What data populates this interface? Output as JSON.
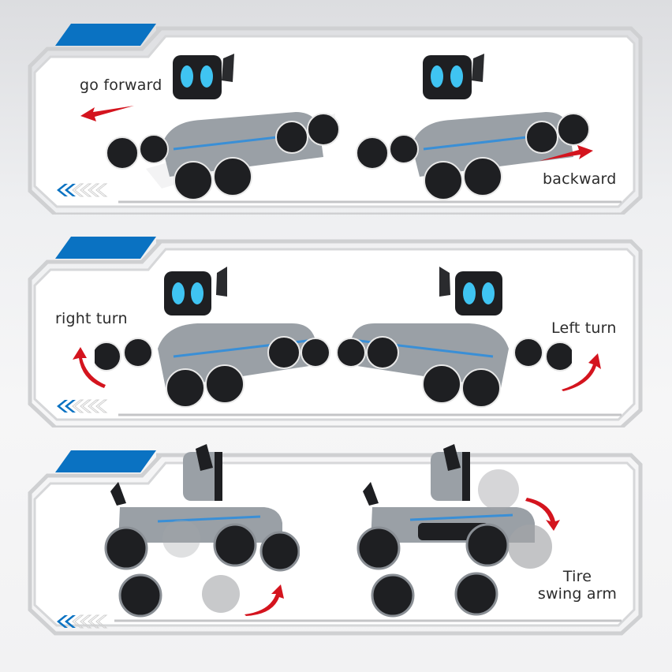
{
  "colors": {
    "accent_blue": "#0a72c2",
    "arrow_red": "#d4141e",
    "frame_outer": "#c9cacc",
    "frame_inner": "#d6d7d9",
    "panel_bg": "#ffffff",
    "text": "#2b2b2b",
    "robot_body": "#8e9399",
    "robot_dark": "#1e1f22",
    "eye_glow": "#3fc4f2"
  },
  "panels": [
    {
      "id": "movement-forward-backward",
      "labels": {
        "left": "go forward",
        "right": "backward"
      },
      "arrows": {
        "left": "arrow-left",
        "right": "arrow-right"
      }
    },
    {
      "id": "movement-turning",
      "labels": {
        "left": "right turn",
        "right": "Left turn"
      },
      "arrows": {
        "left": "curved-arrow-up-left",
        "right": "curved-arrow-up-right"
      }
    },
    {
      "id": "tire-swing-arm",
      "labels": {
        "right_line1": "Tire",
        "right_line2": "swing arm"
      },
      "arrows": {
        "left": "curved-arrow-up-right",
        "right": "curved-arrow-down"
      }
    }
  ],
  "decorations": {
    "chevron_icon": "triple-chevron-left",
    "tab_shape": "blue-parallelogram"
  }
}
